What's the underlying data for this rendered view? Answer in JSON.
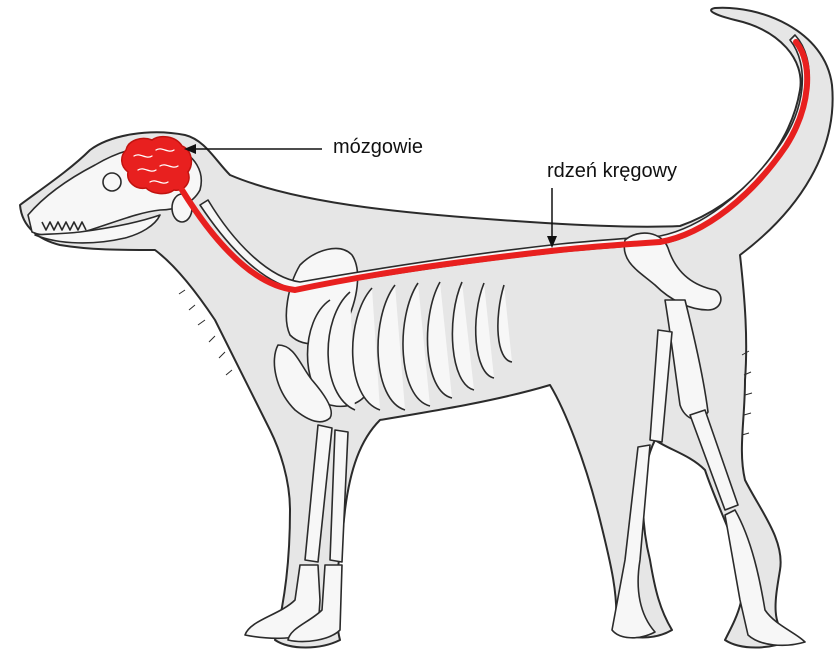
{
  "labels": {
    "brain": "mózgowie",
    "spinal_cord": "rdzeń kręgowy"
  },
  "colors": {
    "body_fill": "#e6e6e6",
    "outline": "#2b2b2b",
    "bone_fill": "#f7f7f7",
    "nerve": "#e8201f",
    "text": "#111111"
  },
  "icons": {
    "subject": "dog-skeleton-illustration"
  }
}
